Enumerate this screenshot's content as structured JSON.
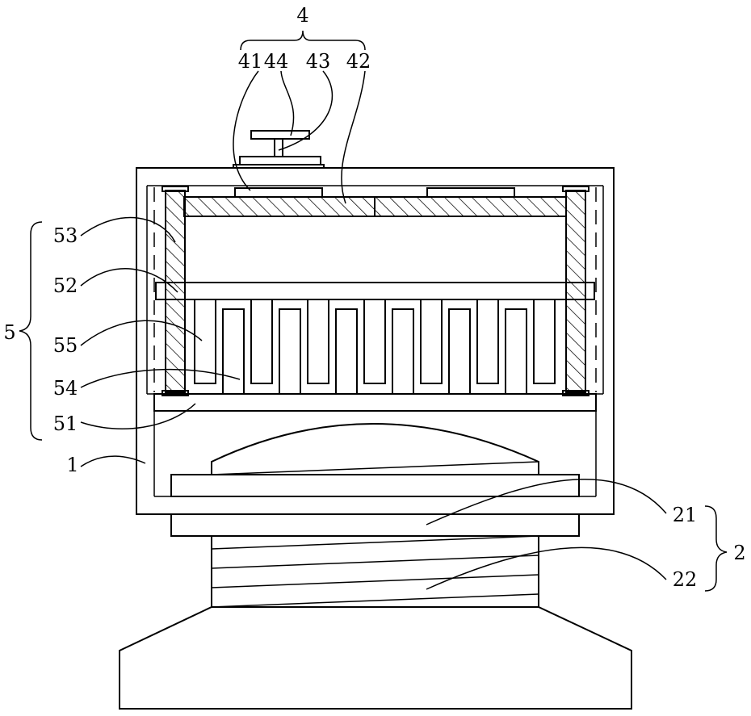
{
  "labels": {
    "l4": "4",
    "l41": "41",
    "l44": "44",
    "l43": "43",
    "l42": "42",
    "l53": "53",
    "l52": "52",
    "l5": "5",
    "l55": "55",
    "l54": "54",
    "l51": "51",
    "l1": "1",
    "l21": "21",
    "l2": "2",
    "l22": "22"
  }
}
